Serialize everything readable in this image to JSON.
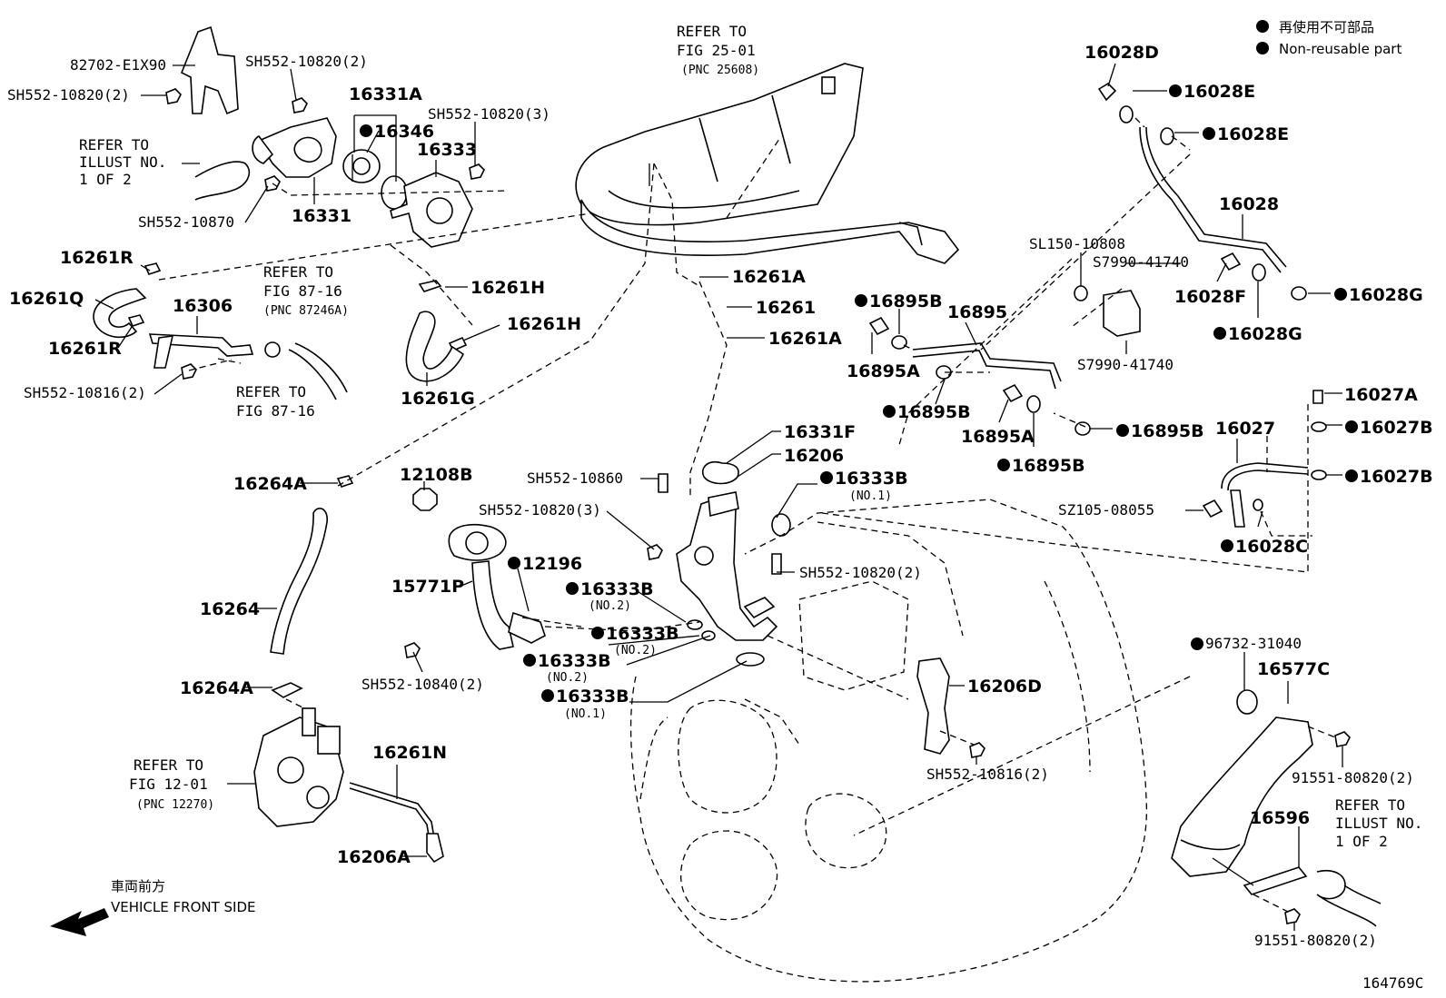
{
  "legend": {
    "jp": "再使用不可部品",
    "en": "Non-reusable part",
    "marker_color": "#000000"
  },
  "figure_code": "164769C",
  "direction": {
    "jp": "車両前方",
    "en": "VEHICLE FRONT SIDE"
  },
  "references": {
    "fig_25_01": [
      "REFER TO",
      "FIG 25-01",
      "(PNC 25608)"
    ],
    "illust_1_of_2_left": [
      "REFER TO",
      "ILLUST NO.",
      "1 OF 2"
    ],
    "fig_87_16_pnc": [
      "REFER TO",
      "FIG 87-16",
      "(PNC 87246A)"
    ],
    "fig_87_16": [
      "REFER TO",
      "FIG 87-16"
    ],
    "fig_12_01": [
      "REFER TO",
      "FIG 12-01",
      "(PNC 12270)"
    ],
    "illust_1_of_2_right": [
      "REFER TO",
      "ILLUST NO.",
      "1 OF 2"
    ]
  },
  "parts": {
    "p82702": "82702-E1X90",
    "sh552_10820_2_a": "SH552-10820(2)",
    "sh552_10820_2_b": "SH552-10820(2)",
    "p16331A": "16331A",
    "p16346": "16346",
    "sh552_10820_3_a": "SH552-10820(3)",
    "p16333": "16333",
    "sh552_10870": "SH552-10870",
    "p16331": "16331",
    "p16261R_a": "16261R",
    "p16261Q": "16261Q",
    "p16306": "16306",
    "p16261R_b": "16261R",
    "sh552_10816_2_a": "SH552-10816(2)",
    "p16261H_a": "16261H",
    "p16261H_b": "16261H",
    "p16261G": "16261G",
    "p16261A_a": "16261A",
    "p16261": "16261",
    "p16261A_b": "16261A",
    "p16028D": "16028D",
    "p16028E_a": "16028E",
    "p16028E_b": "16028E",
    "p16028": "16028",
    "sl150_10808": "SL150-10808",
    "s7990_41740_a": "S7990-41740",
    "p16028F": "16028F",
    "p16028G_a": "16028G",
    "p16028G_b": "16028G",
    "s7990_41740_b": "S7990-41740",
    "p16895B_a": "16895B",
    "p16895": "16895",
    "p16895A_a": "16895A",
    "p16895B_b": "16895B",
    "p16895A_b": "16895A",
    "p16895B_c": "16895B",
    "p16895B_d": "16895B",
    "p16027A": "16027A",
    "p16027": "16027",
    "p16027B_a": "16027B",
    "p16027B_b": "16027B",
    "sz105_08055": "SZ105-08055",
    "p16028C": "16028C",
    "p16264A_a": "16264A",
    "p12108B": "12108B",
    "sh552_10860": "SH552-10860",
    "p16331F": "16331F",
    "p16206": "16206",
    "p16333B_no1_a": "16333B",
    "no1_a": "(NO.1)",
    "sh552_10820_3_b": "SH552-10820(3)",
    "p12196": "12196",
    "p15771P": "15771P",
    "p16333B_no2_a": "16333B",
    "no2_a": "(NO.2)",
    "p16333B_no2_b": "16333B",
    "no2_b": "(NO.2)",
    "p16333B_no2_c": "16333B",
    "no2_c": "(NO.2)",
    "p16333B_no1_b": "16333B",
    "no1_b": "(NO.1)",
    "sh552_10820_2_c": "SH552-10820(2)",
    "sh552_10840_2": "SH552-10840(2)",
    "p16264": "16264",
    "p16264A_b": "16264A",
    "p16206D": "16206D",
    "sh552_10816_2_b": "SH552-10816(2)",
    "p96732": "96732-31040",
    "p16577C": "16577C",
    "p91551_a": "91551-80820(2)",
    "p16261N": "16261N",
    "p16206A": "16206A",
    "p16596": "16596",
    "p91551_b": "91551-80820(2)"
  }
}
